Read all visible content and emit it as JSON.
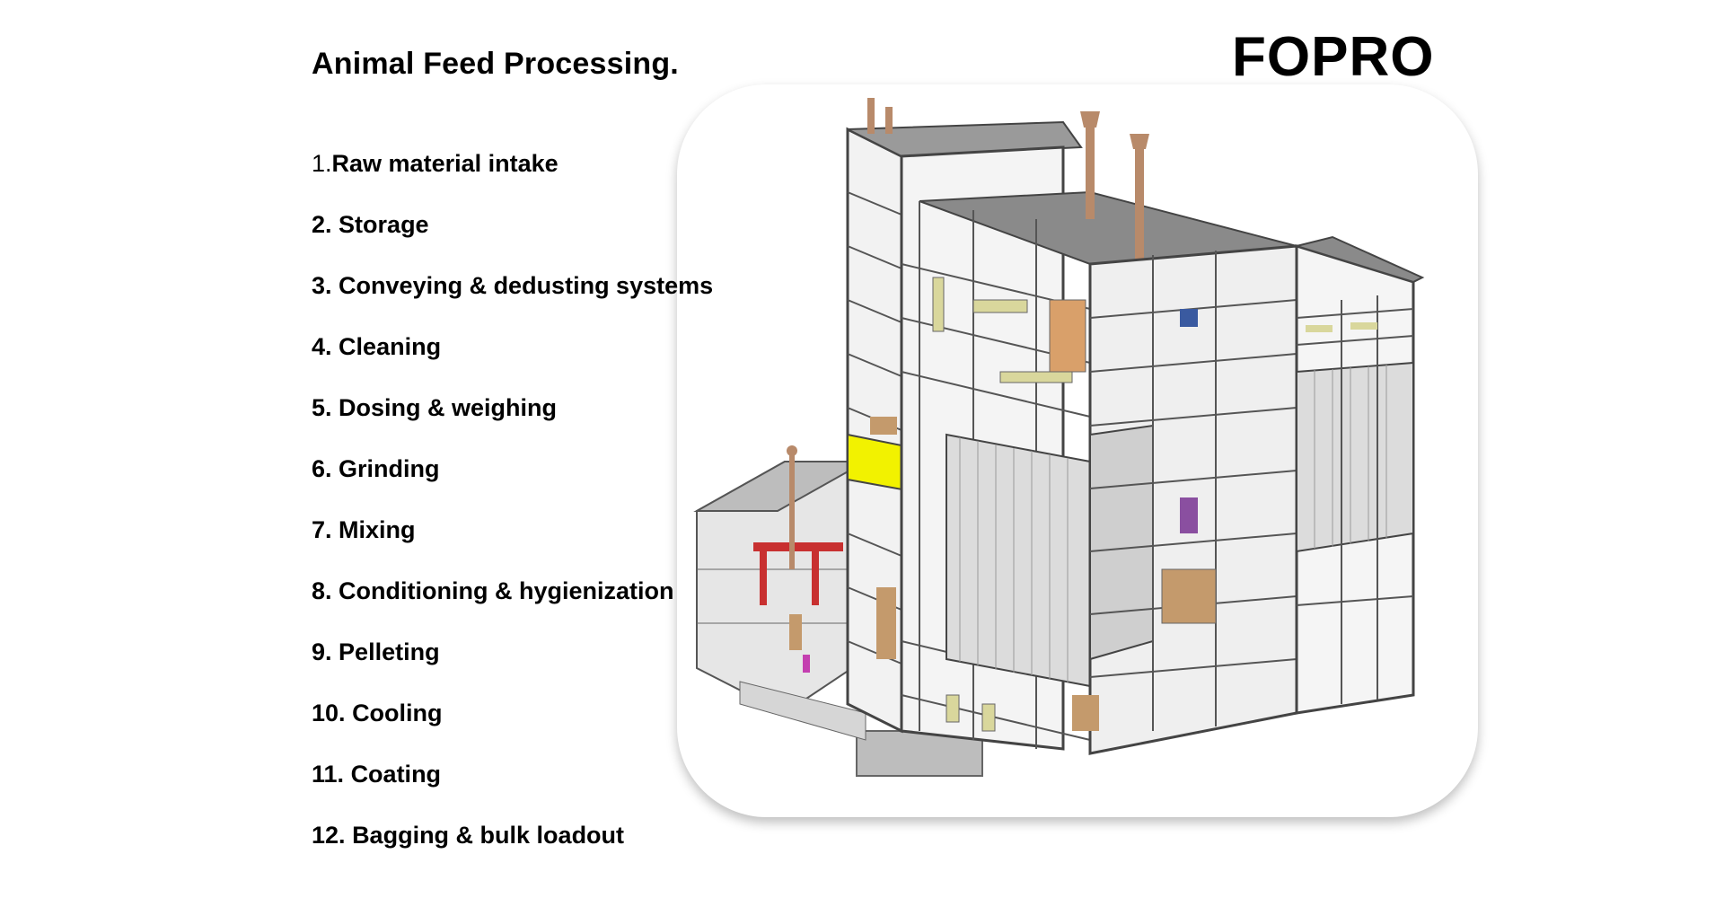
{
  "page": {
    "title": "Animal Feed Processing.",
    "brand": "FOPRO"
  },
  "steps": [
    {
      "num": "1.",
      "label": "Raw material intake"
    },
    {
      "num": "2.",
      "label": "Storage"
    },
    {
      "num": "3.",
      "label": "Conveying & dedusting systems"
    },
    {
      "num": "4.",
      "label": "Cleaning"
    },
    {
      "num": "5.",
      "label": "Dosing & weighing"
    },
    {
      "num": "6.",
      "label": "Grinding"
    },
    {
      "num": "7.",
      "label": "Mixing"
    },
    {
      "num": "8.",
      "label": "Conditioning & hygienization"
    },
    {
      "num": "9.",
      "label": "Pelleting"
    },
    {
      "num": "10.",
      "label": "Cooling"
    },
    {
      "num": "11.",
      "label": "Coating"
    },
    {
      "num": "12.",
      "label": "Bagging & bulk loadout"
    }
  ],
  "colors": {
    "structure": "#555555",
    "roof": "#8a8a8a",
    "silo": "#d9d9d9",
    "accent_yellow": "#f2f200",
    "pipe": "#b88a6a"
  }
}
